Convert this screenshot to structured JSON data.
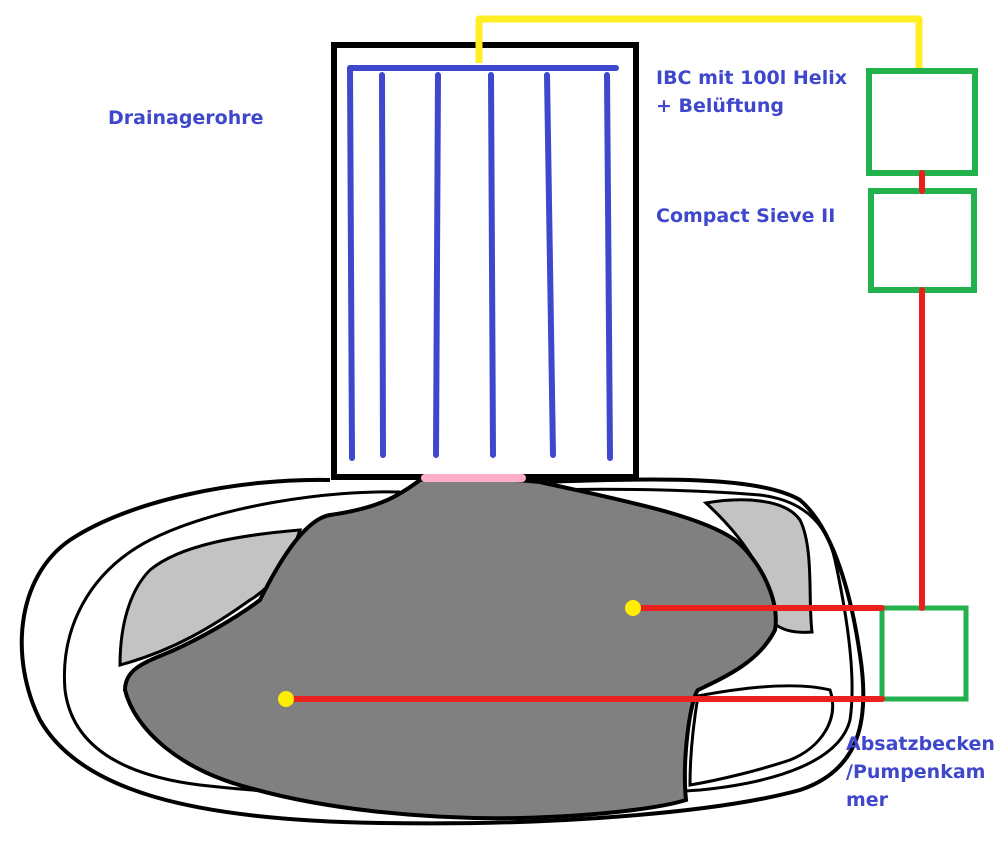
{
  "labels": {
    "drainage": "Drainagerohre",
    "ibc_line1": "IBC mit 100l Helix",
    "ibc_line2": "+ Belüftung",
    "sieve": "Compact Sieve II",
    "absatz_line1": "Absatzbecken",
    "absatz_line2": "/Pumpenkam",
    "absatz_line3": "mer"
  },
  "colors": {
    "label_text": "#3f48cc",
    "drain_pipes": "#3f48cc",
    "return_pipe": "#ffee22",
    "pump_pipes": "#e8201e",
    "filter_boxes": "#22b14c",
    "pond_water": "#808080",
    "shallow_zones": "#c3c3c3",
    "inlet_marker": "#ffaec9",
    "intake_points": "#ffee00",
    "outline": "#000000"
  }
}
